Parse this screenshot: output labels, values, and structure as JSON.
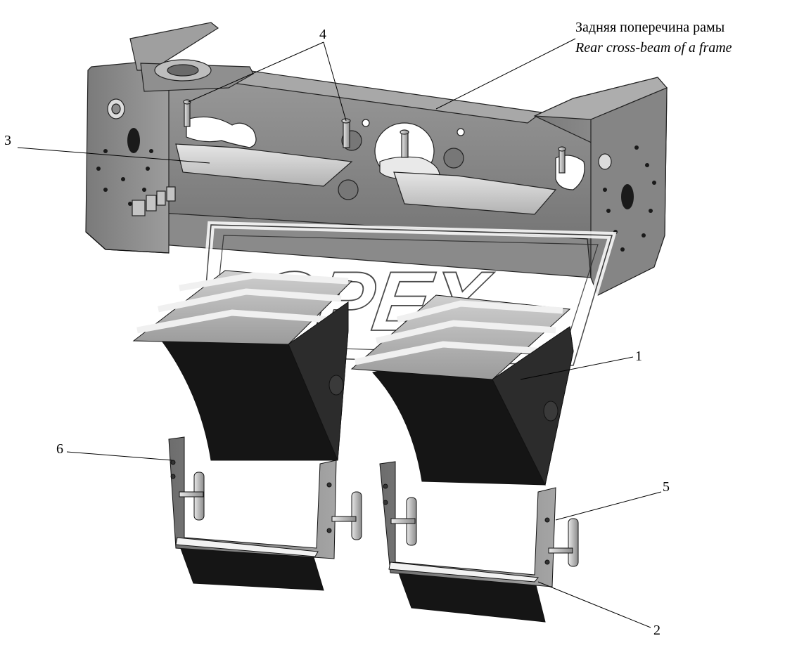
{
  "title": {
    "ru": "Задняя поперечина рамы",
    "en": "Rear cross-beam of a frame"
  },
  "callouts": [
    "1",
    "2",
    "3",
    "4",
    "5",
    "6"
  ],
  "watermark": "OPEX",
  "colors": {
    "metal_light": "#c8c8c8",
    "metal_mid": "#8e8e8e",
    "metal_dark": "#5a5a5a",
    "rubber": "#141414",
    "line": "#000000"
  }
}
